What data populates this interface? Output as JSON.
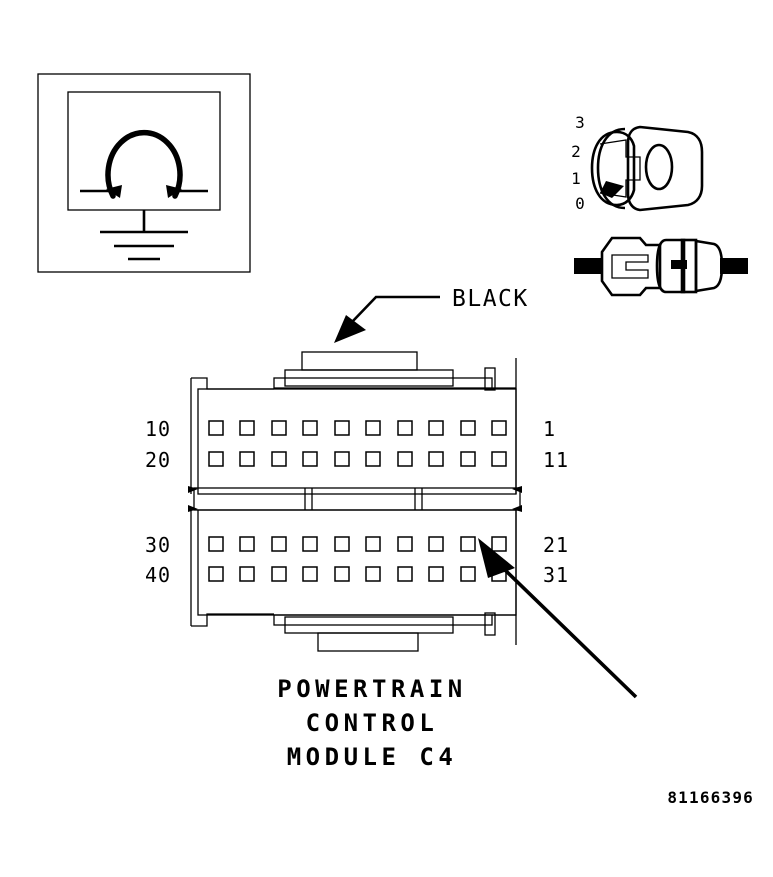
{
  "document": {
    "type": "automotive-connector-diagram",
    "part_number": "81166396"
  },
  "colors": {
    "line": "#000000",
    "background": "#ffffff"
  },
  "meter_symbol": {
    "name": "ohmmeter-ground-symbol",
    "description": "ohmmeter omega symbol in box over chassis ground"
  },
  "lock_detail": {
    "name": "connector-lock-positions",
    "positions": [
      "3",
      "2",
      "1",
      "0"
    ]
  },
  "mating_detail": {
    "name": "connector-mating-illustration"
  },
  "callout": {
    "color_label": "BLACK"
  },
  "connector": {
    "name": "powertrain-control-module-c4",
    "top_half": {
      "left_upper": "10",
      "left_lower": "20",
      "right_upper": "1",
      "right_lower": "11",
      "pins_per_row": 10,
      "rows": 2
    },
    "bottom_half": {
      "left_upper": "30",
      "left_lower": "40",
      "right_upper": "21",
      "right_lower": "31",
      "pins_per_row": 10,
      "rows": 2
    }
  },
  "title": {
    "line1": "POWERTRAIN",
    "line2": "CONTROL",
    "line3": "MODULE C4"
  }
}
